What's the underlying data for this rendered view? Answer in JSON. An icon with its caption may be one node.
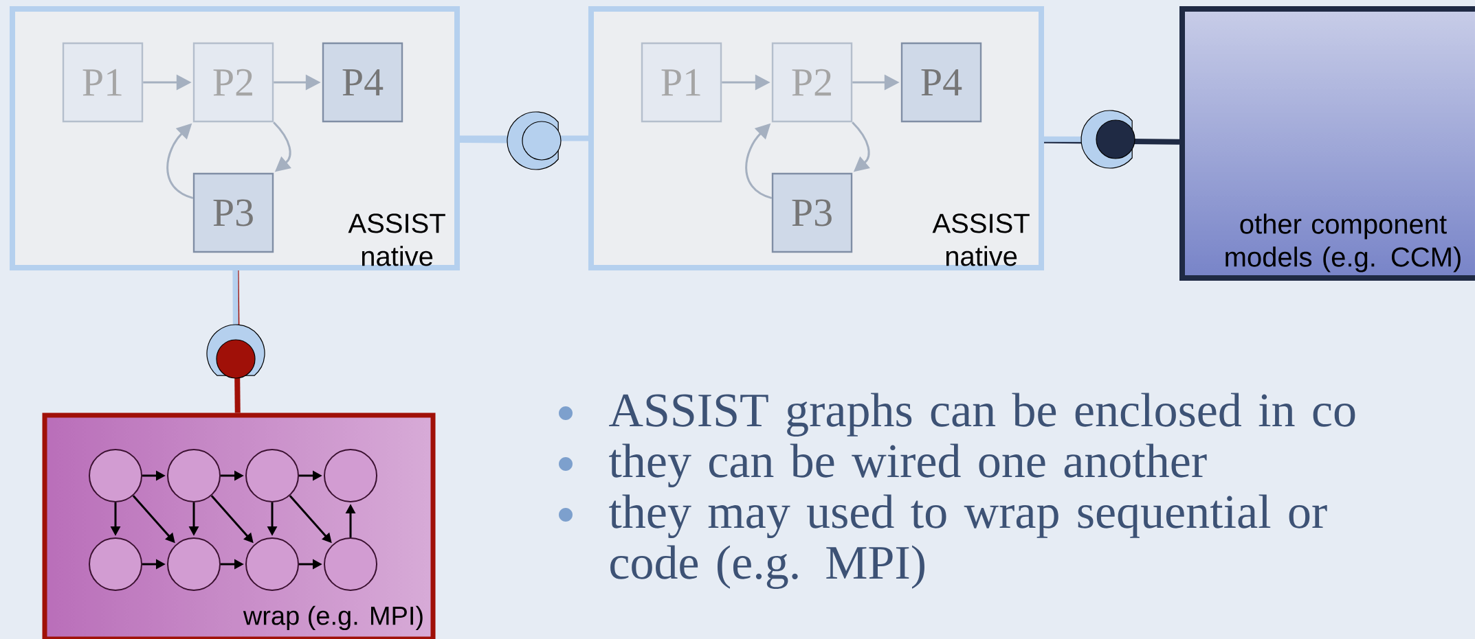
{
  "diagram": {
    "nodes": [
      {
        "text": [
          "ASSIST native"
        ]
      },
      {
        "text": [
          "P1"
        ],
        "in": 0
      },
      {
        "text": [
          "P2"
        ],
        "in": 0
      },
      {
        "text": [
          "P4"
        ],
        "in": 0
      },
      {
        "text": [
          "P3"
        ],
        "in": 0
      },
      {
        "text": [
          "ASSIST native"
        ]
      },
      {
        "text": [
          "P1"
        ],
        "in": 5
      },
      {
        "text": [
          "P2"
        ],
        "in": 5
      },
      {
        "text": [
          "P4"
        ],
        "in": 5
      },
      {
        "text": [
          "P3"
        ],
        "in": 5
      },
      {
        "text": [
          "other component models (e.g. CCM)"
        ]
      },
      {
        "text": [
          "wrap (e.g. MPI)"
        ]
      },
      {
        "text": [],
        "shape": "circle",
        "in": 11
      },
      {
        "text": [],
        "shape": "circle",
        "in": 11
      },
      {
        "text": [],
        "shape": "circle",
        "in": 11
      },
      {
        "text": [],
        "shape": "circle",
        "in": 11
      },
      {
        "text": [],
        "shape": "circle",
        "in": 11
      },
      {
        "text": [],
        "shape": "circle",
        "in": 11
      },
      {
        "text": [],
        "shape": "circle",
        "in": 11
      },
      {
        "text": [],
        "shape": "circle",
        "in": 11
      }
    ],
    "edges": [
      {
        "from": 0,
        "to": 5,
        "arrow": "none",
        "style": "thick",
        "color": "#b5d0ee"
      },
      {
        "from": 5,
        "to": 10,
        "arrow": "none",
        "style": "thick",
        "color": "#1f2a44"
      },
      {
        "from": 0,
        "to": 11,
        "arrow": "none",
        "style": "thick",
        "color": "#a01008"
      },
      {
        "from": 1,
        "to": 2,
        "arrow": "to",
        "color": "#a5b0c0"
      },
      {
        "from": 2,
        "to": 3,
        "arrow": "to",
        "color": "#a5b0c0"
      },
      {
        "from": 2,
        "to": 4,
        "arrow": "to",
        "color": "#a5b0c0"
      },
      {
        "from": 4,
        "to": 2,
        "arrow": "to",
        "color": "#a5b0c0"
      },
      {
        "from": 6,
        "to": 7,
        "arrow": "to",
        "color": "#a5b0c0"
      },
      {
        "from": 7,
        "to": 8,
        "arrow": "to",
        "color": "#a5b0c0"
      },
      {
        "from": 7,
        "to": 9,
        "arrow": "to",
        "color": "#a5b0c0"
      },
      {
        "from": 9,
        "to": 7,
        "arrow": "to",
        "color": "#a5b0c0"
      },
      {
        "from": 12,
        "to": 13,
        "arrow": "to"
      },
      {
        "from": 13,
        "to": 14,
        "arrow": "to"
      },
      {
        "from": 14,
        "to": 15,
        "arrow": "to"
      },
      {
        "from": 12,
        "to": 16,
        "arrow": "to"
      },
      {
        "from": 12,
        "to": 17,
        "arrow": "to"
      },
      {
        "from": 13,
        "to": 17,
        "arrow": "to"
      },
      {
        "from": 13,
        "to": 18,
        "arrow": "to"
      },
      {
        "from": 14,
        "to": 18,
        "arrow": "to"
      },
      {
        "from": 14,
        "to": 19,
        "arrow": "to"
      },
      {
        "from": 16,
        "to": 17,
        "arrow": "to"
      },
      {
        "from": 17,
        "to": 18,
        "arrow": "to"
      },
      {
        "from": 18,
        "to": 19,
        "arrow": "to"
      },
      {
        "from": 19,
        "to": 15,
        "arrow": "to"
      }
    ],
    "labels": [
      "ASSIST graphs can be enclosed in co",
      "they can be wired one another",
      "they may used to wrap sequential or code (e.g. MPI)"
    ]
  }
}
